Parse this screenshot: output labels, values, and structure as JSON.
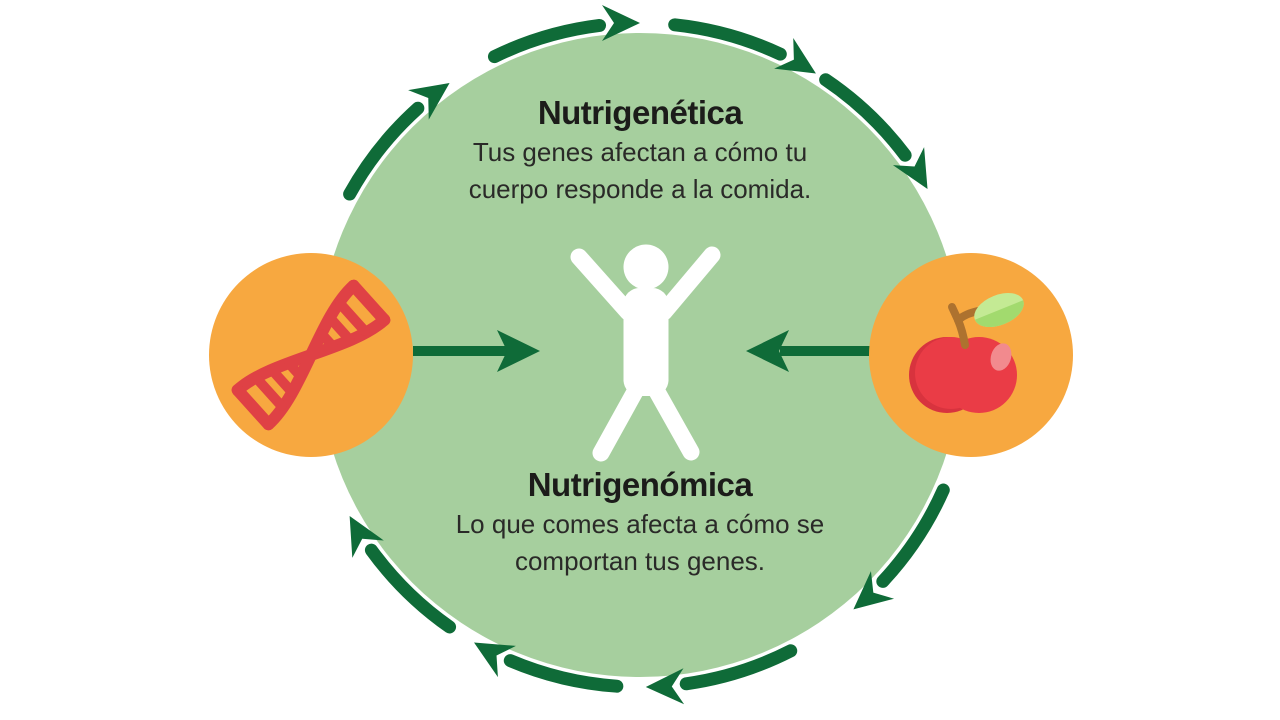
{
  "top_section": {
    "title": "Nutrigenética",
    "line1": "Tus genes afectan a cómo tu",
    "line2": "cuerpo responde a la comida."
  },
  "bottom_section": {
    "title": "Nutrigenómica",
    "line1": "Lo que comes afecta a cómo se",
    "line2": "comportan tus genes."
  },
  "icons": {
    "left_node": "dna-icon",
    "right_node": "apple-icon",
    "center": "person-arms-raised-icon"
  },
  "cycle": {
    "direction": "clockwise",
    "visible_arrow_segments": 8
  },
  "colors": {
    "background": "#ffffff",
    "cycle_fill": "#a6cf9e",
    "arrow_green": "#0f6b38",
    "node_orange": "#f7a840",
    "dna_red": "#df4145",
    "apple_red": "#ea3c46",
    "apple_shadow": "#d8333e",
    "apple_highlight": "#f28a8e",
    "stem_brown": "#ad722f",
    "leaf_green": "#a2da6e",
    "leaf_light": "#c4ea94",
    "person_white": "#ffffff",
    "title_text": "#1c1c1a",
    "body_text": "#2a2a28"
  }
}
